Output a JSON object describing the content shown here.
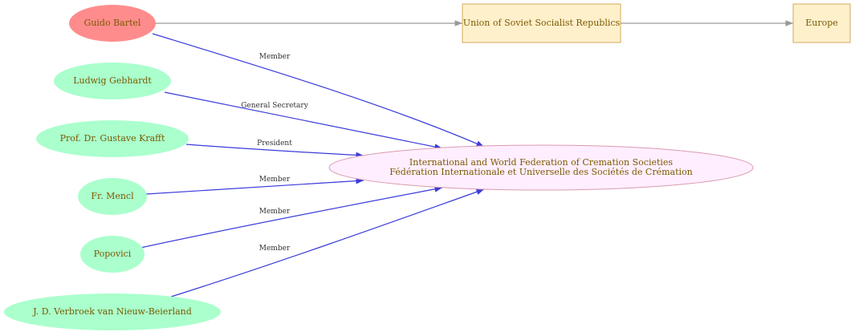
{
  "nodes": {
    "guido_bartel": "Guido Bartel",
    "ludwig_gebhardt": "Ludwig Gebhardt",
    "gustave_krafft": "Prof. Dr.  Gustave Krafft",
    "fr_mencl": "Fr. Mencl",
    "popovici": "Popovici",
    "verbroek": "J. D.  Verbroek van Nieuw-Beierland",
    "ussr": "Union of Soviet Socialist Republics",
    "europe": "Europe",
    "federation_line1": "International and World Federation of Cremation Societies",
    "federation_line2": "Fédération Internationale et Universelle des Sociétés de Crémation"
  },
  "edges": {
    "bartel_member": "Member",
    "gebhardt_role": "General Secretary",
    "krafft_role": "President",
    "mencl_member": "Member",
    "popovici_member": "Member",
    "verbroek_member": "Member"
  },
  "colors": {
    "person": "#aaffcc",
    "person_highlight": "#ff8c8c",
    "country_fill": "#fff0cc",
    "organization_fill": "#ffeeff",
    "member_edge": "#3b3bdc",
    "location_edge": "#999999"
  }
}
